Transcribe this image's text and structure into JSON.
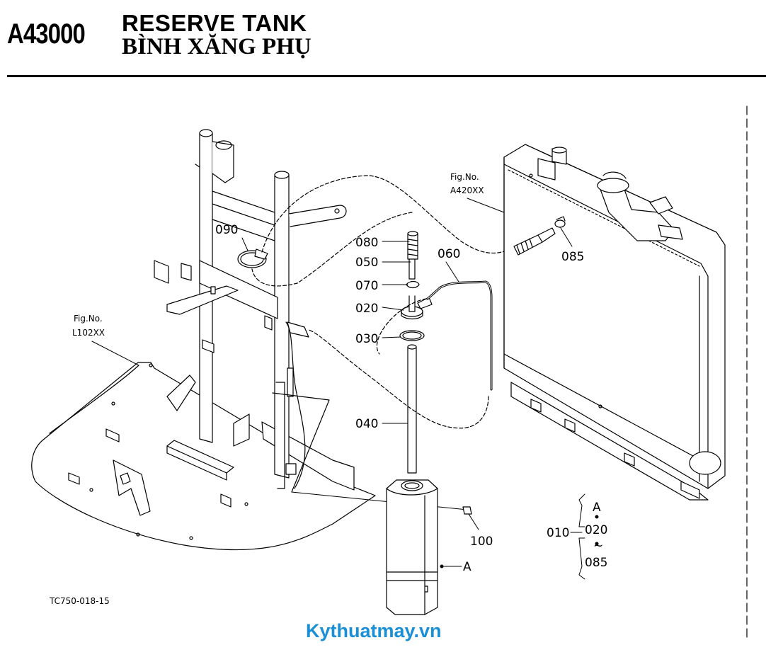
{
  "header": {
    "section_code": "A43000",
    "title_en": "RESERVE TANK",
    "title_vi": "BÌNH XĂNG PHỤ"
  },
  "references": {
    "fig_left_label": "Fig.No.",
    "fig_left_code": "L102XX",
    "fig_right_label": "Fig.No.",
    "fig_right_code": "A420XX"
  },
  "parts": {
    "p090": "090",
    "p080": "080",
    "p050": "050",
    "p070": "070",
    "p020": "020",
    "p030": "030",
    "p060": "060",
    "p040": "040",
    "p085": "085",
    "p100": "100",
    "assy_marker": "A"
  },
  "assembly": {
    "p010": "010",
    "marker": "A",
    "start": "020",
    "tilde": "~",
    "end": "085"
  },
  "figure_code": "TC750-018-15",
  "watermark": "Kythuatmay.vn"
}
